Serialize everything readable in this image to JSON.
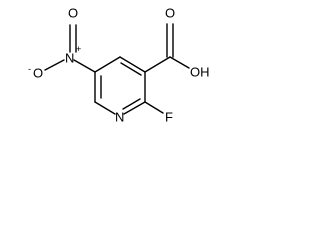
{
  "structure": {
    "atoms": {
      "oxygen_left": "O",
      "oxygen_left_charge": "-",
      "nitro_nitrogen": "N",
      "nitro_nitrogen_charge": "+",
      "nitro_oxygen_top": "O",
      "ring_nitrogen": "N",
      "fluorine": "F",
      "carbonyl_oxygen": "O",
      "hydroxyl": "OH"
    }
  }
}
